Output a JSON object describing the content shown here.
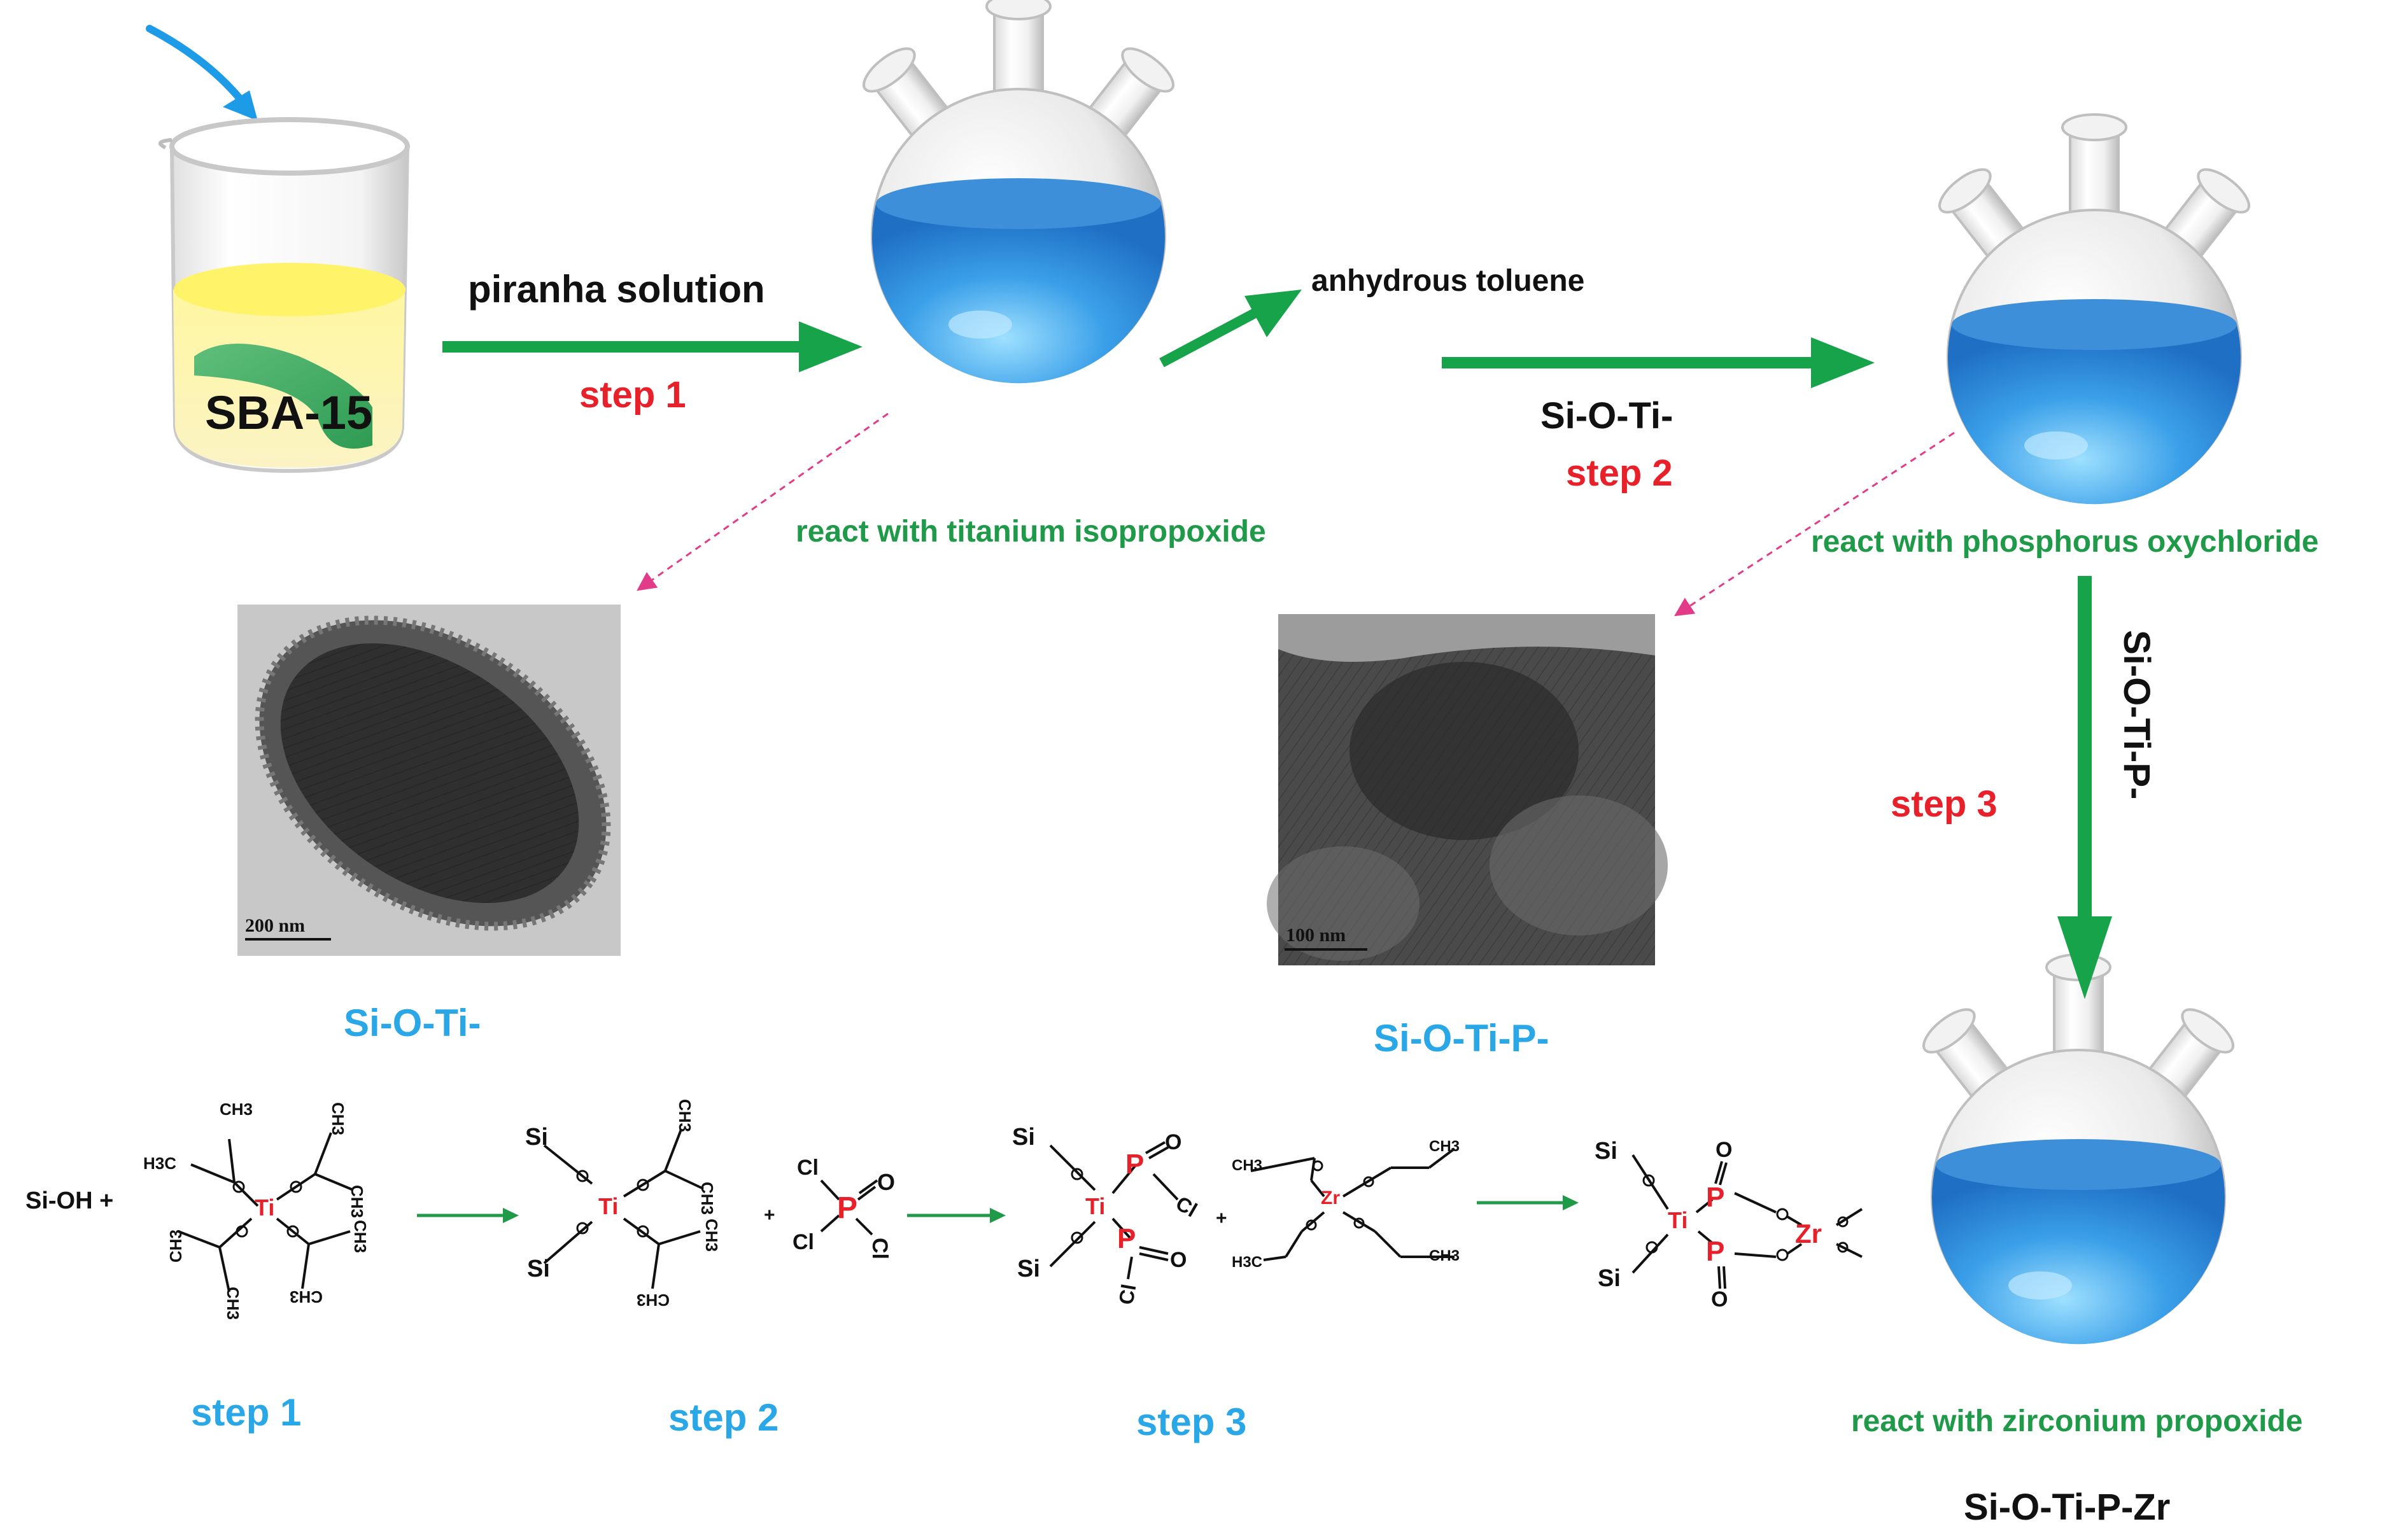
{
  "labels": {
    "sba15": "SBA-15",
    "piranha": "piranha solution",
    "step1_top": "step 1",
    "anhydrous": "anhydrous toluene",
    "sioti_arrow": "Si-O-Ti-",
    "step2_top": "step 2",
    "react_ti": "react with titanium isopropoxide",
    "react_p": "react with phosphorus oxychloride",
    "siotip_vertical": "Si-O-Ti-P-",
    "step3_side": "step 3",
    "tem1_caption": "Si-O-Ti-",
    "tem2_caption": "Si-O-Ti-P-",
    "react_zr": "react with zirconium propoxide",
    "final": "Si-O-Ti-P-Zr",
    "step1_bottom": "step 1",
    "step2_bottom": "step 2",
    "step3_bottom": "step 3"
  },
  "tem": {
    "scale1": "200 nm",
    "scale2": "100 nm"
  },
  "chem": {
    "sioh": "Si-OH +",
    "plus": "+",
    "si": "Si",
    "ti": "Ti",
    "p": "P",
    "zr": "Zr",
    "o": "O",
    "cl": "Cl",
    "ch3": "CH3",
    "h3c": "H3C"
  },
  "colors": {
    "arrow_green": "#16a34a",
    "step_red": "#e8202a",
    "caption_blue": "#2aa7e6",
    "note_green": "#1f9a48",
    "pointer_pink": "#e23b8a",
    "liquid_blue": "#2f8fe3"
  }
}
